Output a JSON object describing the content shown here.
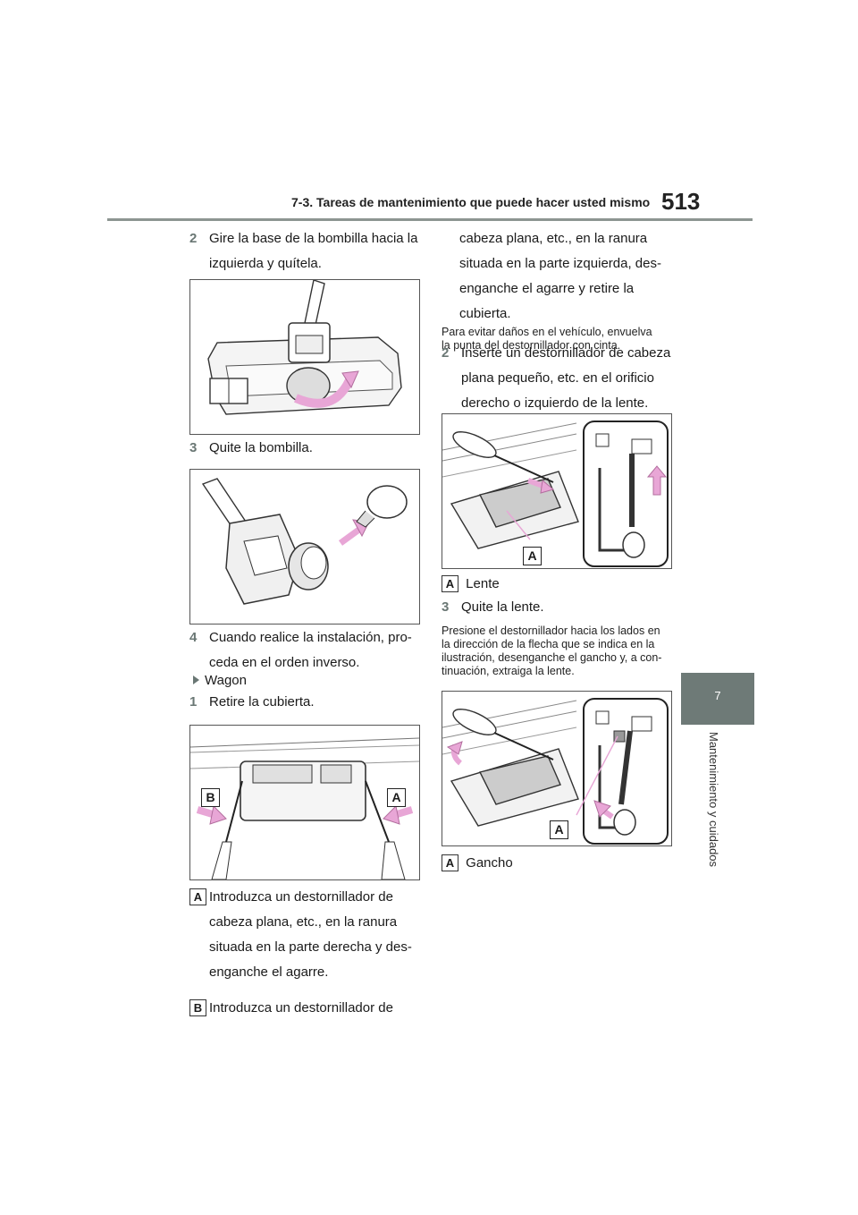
{
  "header": {
    "section_title": "7-3. Tareas de mantenimiento que puede hacer usted mismo",
    "page_number": "513"
  },
  "side_tab": {
    "chapter_number": "7",
    "chapter_label": "Mantenimiento y cuidados"
  },
  "left_column": {
    "step2": {
      "num": "2",
      "line1": "Gire la base de la bombilla hacia la",
      "line2": "izquierda y quítela."
    },
    "step3": {
      "num": "3",
      "text": "Quite la bombilla."
    },
    "step4": {
      "num": "4",
      "line1": "Cuando realice la instalación, pro-",
      "line2": "ceda en el orden inverso."
    },
    "wagon_heading": "Wagon",
    "wagon_step1": {
      "num": "1",
      "text": "Retire la cubierta."
    },
    "figure_labels": {
      "a": "A",
      "b": "B"
    },
    "label_a": {
      "letter": "A",
      "lines": [
        "Introduzca un destornillador de",
        "cabeza plana, etc., en la ranura",
        "situada en la parte derecha y des-",
        "enganche el agarre."
      ]
    },
    "label_b": {
      "letter": "B",
      "line1": "Introduzca un destornillador de"
    }
  },
  "right_column": {
    "continued_lines": [
      "cabeza plana, etc., en la ranura",
      "situada en la parte izquierda, des-",
      "enganche el agarre y retire la",
      "cubierta."
    ],
    "note1": [
      "Para evitar daños en el vehículo, envuelva",
      "la punta del destornillador con cinta."
    ],
    "step2": {
      "num": "2",
      "lines": [
        "Inserte un destornillador de cabeza",
        "plana pequeño, etc. en el orificio",
        "derecho o izquierdo de la lente."
      ]
    },
    "figure1_label": "A",
    "caption1": {
      "letter": "A",
      "text": "Lente"
    },
    "step3": {
      "num": "3",
      "text": "Quite la lente."
    },
    "note2": [
      "Presione el destornillador hacia los lados en",
      "la dirección de la flecha que se indica en la",
      "ilustración, desenganche el gancho y, a con-",
      "tinuación, extraiga la lente."
    ],
    "figure2_label": "A",
    "caption2": {
      "letter": "A",
      "text": "Gancho"
    }
  },
  "colors": {
    "accent": "#6a7774",
    "arrow_pink": "#e8a6d6",
    "tab_gray": "#6e7a77"
  }
}
